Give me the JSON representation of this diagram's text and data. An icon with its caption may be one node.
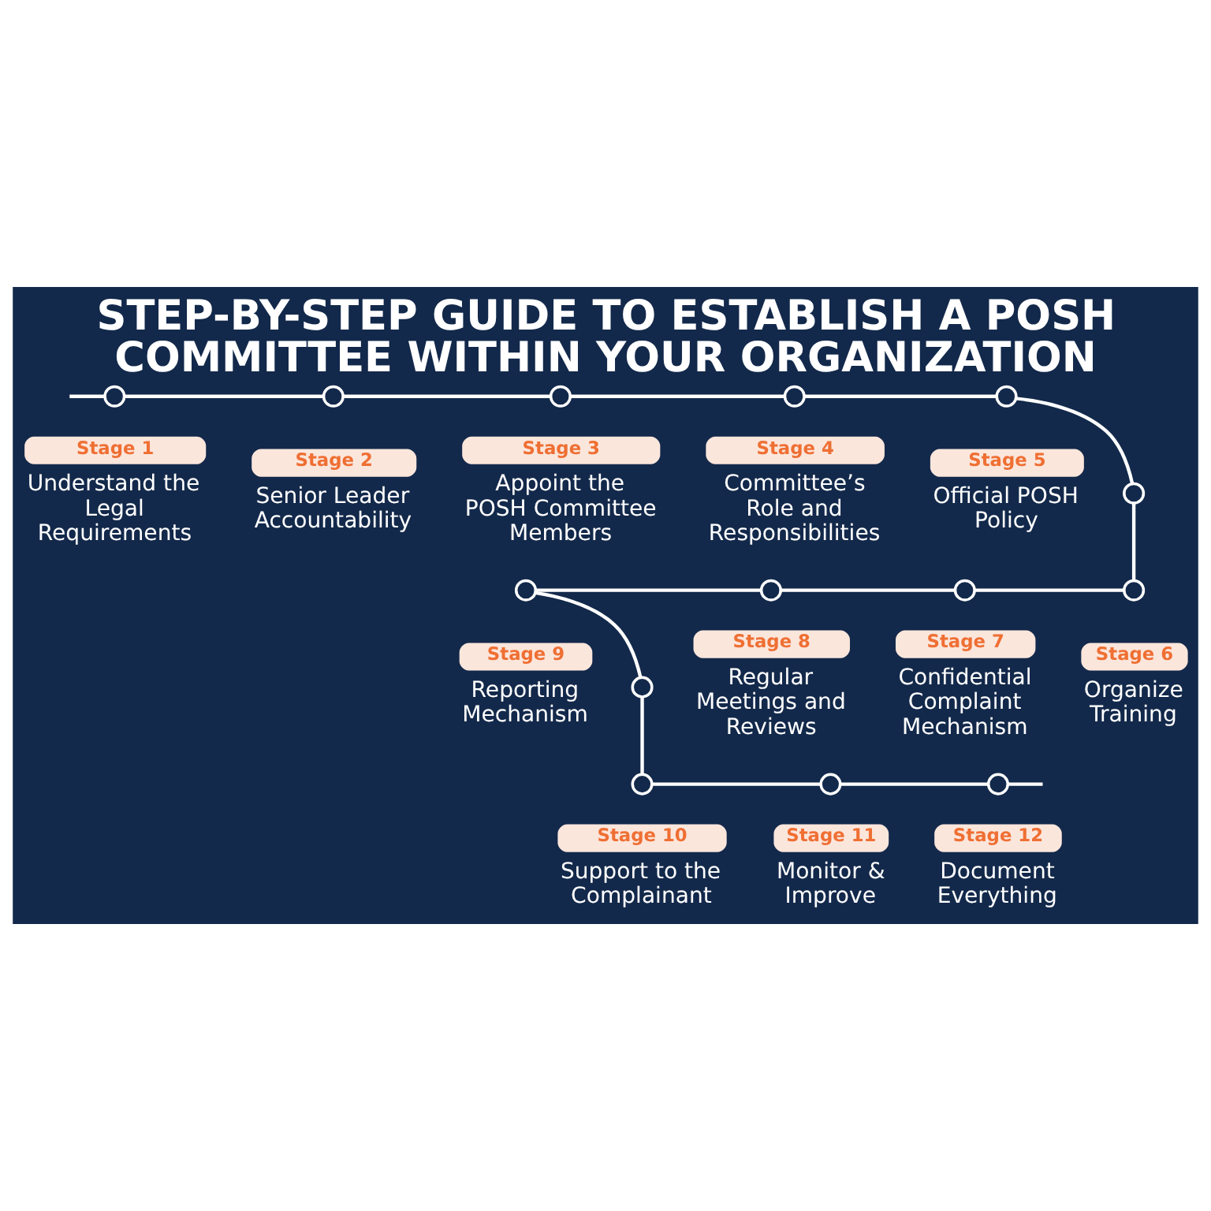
{
  "diagram": {
    "title": "STEP-BY-STEP GUIDE TO ESTABLISH A POSH COMMITTEE WITHIN YOUR ORGANIZATION",
    "nodes": [
      {
        "text": [
          "Stage 1"
        ],
        "beside": [
          "Understand the Legal Requirements"
        ]
      },
      {
        "text": [
          "Stage 2"
        ],
        "beside": [
          "Senior Leader Accountability"
        ]
      },
      {
        "text": [
          "Stage 3"
        ],
        "beside": [
          "Appoint the POSH Committee Members"
        ]
      },
      {
        "text": [
          "Stage 4"
        ],
        "beside": [
          "Committee’s Role and Responsibilities"
        ]
      },
      {
        "text": [
          "Stage 5"
        ],
        "beside": [
          "Official POSH Policy"
        ]
      },
      {
        "text": [
          "Stage 6"
        ],
        "beside": [
          "Organize Training"
        ]
      },
      {
        "text": [
          "Stage 7"
        ],
        "beside": [
          "Confidential Complaint Mechanism"
        ]
      },
      {
        "text": [
          "Stage 8"
        ],
        "beside": [
          "Regular Meetings and Reviews"
        ]
      },
      {
        "text": [
          "Stage 9"
        ],
        "beside": [
          "Reporting Mechanism"
        ]
      },
      {
        "text": [
          "Stage 10"
        ],
        "beside": [
          "Support to the Complainant"
        ]
      },
      {
        "text": [
          "Stage 11"
        ],
        "beside": [
          "Monitor & Improve"
        ]
      },
      {
        "text": [
          "Stage 12"
        ],
        "beside": [
          "Document Everything"
        ]
      },
      {
        "text": [],
        "shape": "circle"
      },
      {
        "text": [],
        "shape": "circle"
      },
      {
        "text": [],
        "shape": "circle"
      },
      {
        "text": [],
        "shape": "circle"
      },
      {
        "text": [],
        "shape": "circle"
      },
      {
        "text": [],
        "shape": "circle"
      },
      {
        "text": [],
        "shape": "circle"
      },
      {
        "text": [],
        "shape": "circle"
      },
      {
        "text": [],
        "shape": "circle"
      },
      {
        "text": [],
        "shape": "circle"
      },
      {
        "text": [],
        "shape": "circle"
      },
      {
        "text": [],
        "shape": "circle"
      },
      {
        "text": [],
        "shape": "circle"
      },
      {
        "text": [],
        "shape": "circle"
      }
    ],
    "edges": [
      {
        "from": null,
        "to": 12,
        "arrow": "none"
      },
      {
        "from": 12,
        "to": 13,
        "arrow": "none"
      },
      {
        "from": 13,
        "to": 14,
        "arrow": "none"
      },
      {
        "from": 14,
        "to": 15,
        "arrow": "none"
      },
      {
        "from": 15,
        "to": 16,
        "arrow": "none"
      },
      {
        "from": 16,
        "to": 17,
        "arrow": "none"
      },
      {
        "from": 17,
        "to": 18,
        "arrow": "none"
      },
      {
        "from": 19,
        "to": 18,
        "arrow": "none"
      },
      {
        "from": 20,
        "to": 19,
        "arrow": "none"
      },
      {
        "from": 21,
        "to": 20,
        "arrow": "none"
      },
      {
        "from": 22,
        "to": 21,
        "arrow": "none"
      },
      {
        "from": 22,
        "to": 23,
        "arrow": "none"
      },
      {
        "from": 23,
        "to": 24,
        "arrow": "none"
      },
      {
        "from": 24,
        "to": 25,
        "arrow": "none"
      },
      {
        "from": 25,
        "to": null,
        "arrow": "none"
      }
    ]
  }
}
